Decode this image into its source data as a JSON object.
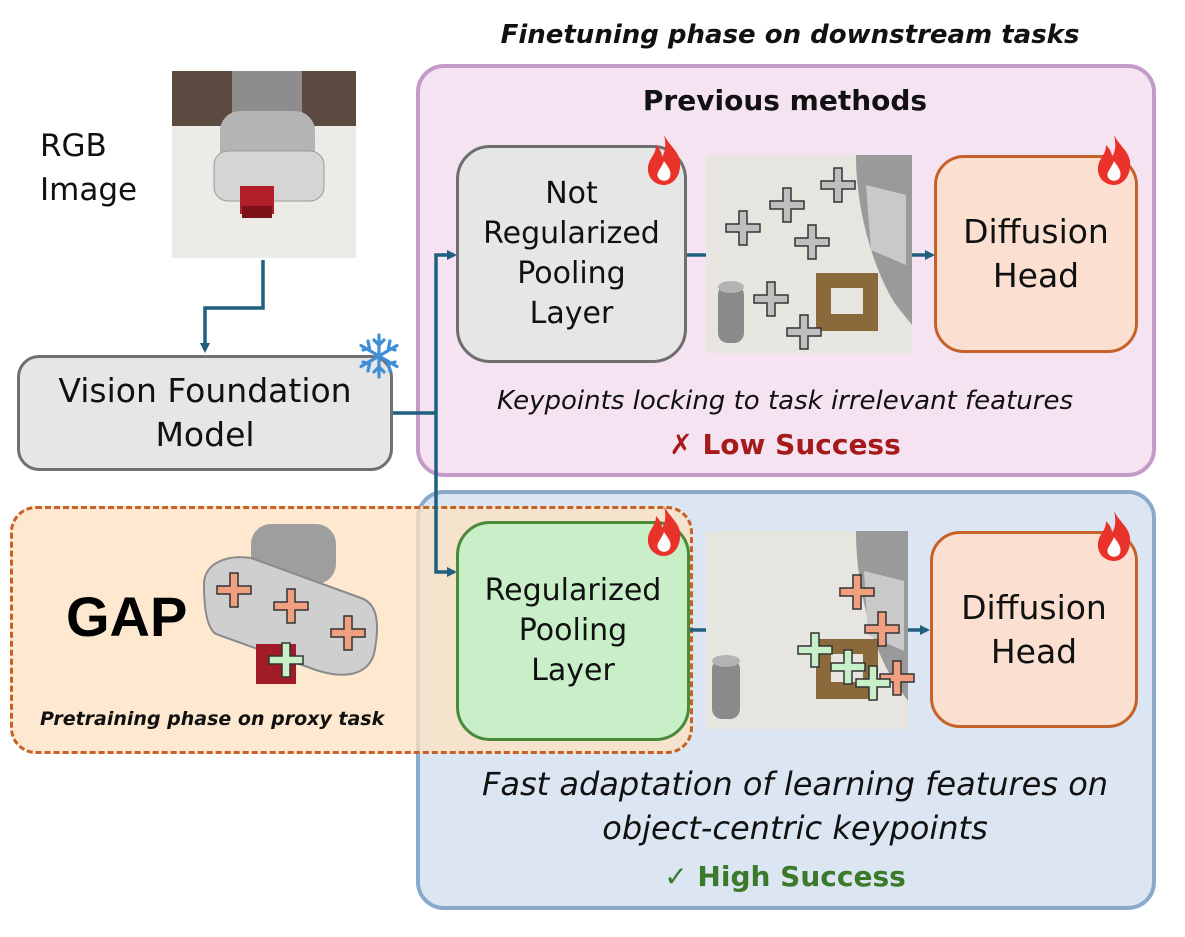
{
  "finetune_title": "Finetuning phase on downstream tasks",
  "rgb_label": [
    "RGB",
    "Image"
  ],
  "vfm_label": [
    "Vision Foundation",
    "Model"
  ],
  "previous": {
    "title": "Previous methods",
    "pooling_label": [
      "Not",
      "Regularized",
      "Pooling",
      "Layer"
    ],
    "head_label": [
      "Diffusion",
      "Head"
    ],
    "caption": "Keypoints locking to task irrelevant features",
    "result_mark": "✗",
    "result_text": "Low Success"
  },
  "gap": {
    "title": "GAP",
    "caption": "Pretraining phase on proxy task"
  },
  "ours": {
    "pooling_label": [
      "Regularized",
      "Pooling",
      "Layer"
    ],
    "head_label": [
      "Diffusion",
      "Head"
    ],
    "caption": [
      "Fast adaptation of learning features on",
      "object-centric keypoints"
    ],
    "result_mark": "✓",
    "result_text": "High Success"
  },
  "icons": {
    "frozen": "snowflake-icon",
    "trainable": "fire-icon",
    "keypoint": "plus-marker-icon"
  },
  "colors": {
    "arrow": "#1f5f80",
    "previous_panel_fill": "#f5e3f2",
    "previous_panel_border": "#c39bc8",
    "ours_panel_fill": "#dce6f3",
    "ours_panel_border": "#8aaacb",
    "gap_fill": "#fde7cc",
    "gap_border": "#c4622a",
    "vfm_fill": "#e6e6e6",
    "not_reg_fill": "#e6e6e6",
    "reg_fill": "#c9efc9",
    "reg_border": "#4a8a3a",
    "head_fill": "#fbe0d2",
    "head_border": "#c4622a",
    "low_success": "#a51a1a",
    "high_success": "#3a7a2a",
    "kp_gray": "#bfbfbf",
    "kp_orange": "#f0a080",
    "kp_green": "#c8f0c8",
    "fire": "#e8322a"
  }
}
